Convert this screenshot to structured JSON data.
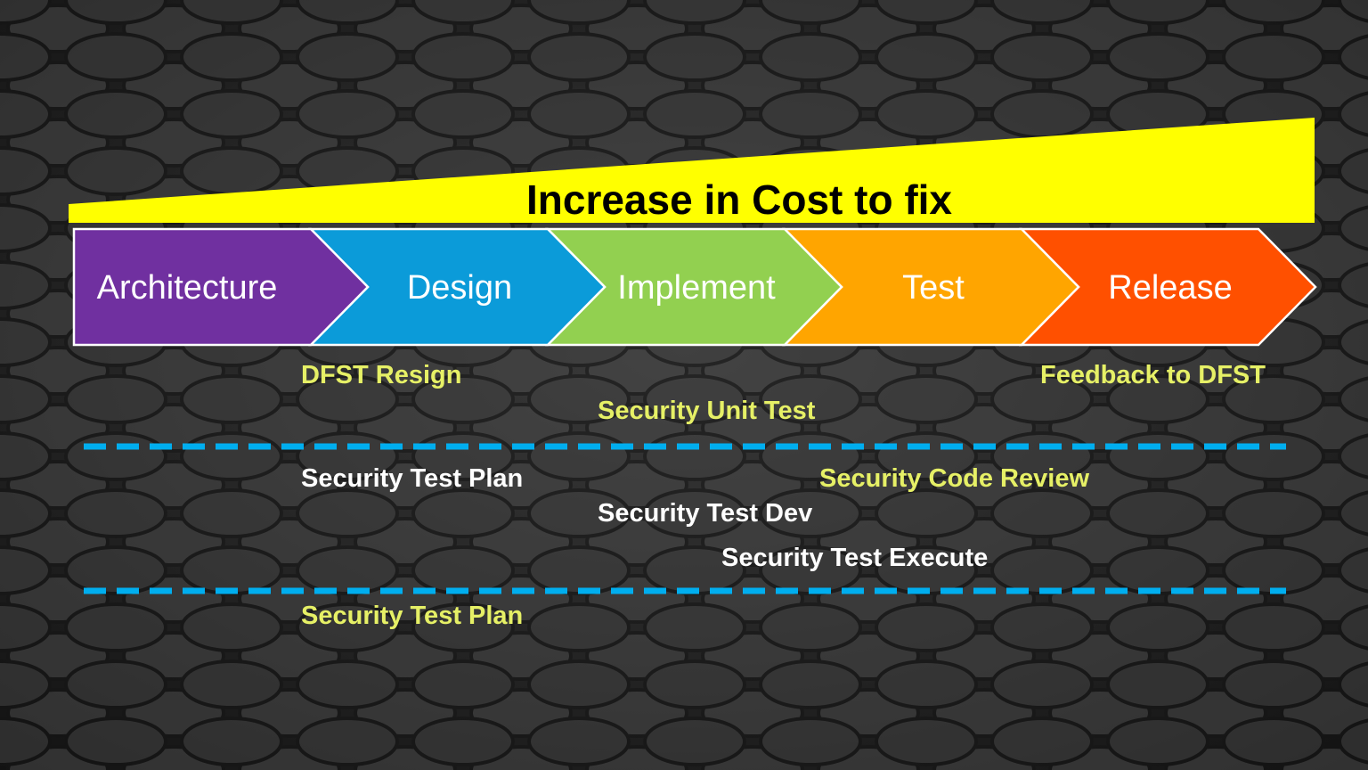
{
  "cost_banner": {
    "title": "Increase in Cost to fix",
    "color": "#ffff00"
  },
  "stages": [
    {
      "label": "Architecture",
      "color": "#7030a0"
    },
    {
      "label": "Design",
      "color": "#0b9bd9"
    },
    {
      "label": "Implement",
      "color": "#92d050"
    },
    {
      "label": "Test",
      "color": "#ffa500"
    },
    {
      "label": "Release",
      "color": "#ff5000"
    }
  ],
  "activities": {
    "dfst_resign": "DFST Resign",
    "feedback_to_dfst": "Feedback to DFST",
    "security_unit_test": "Security Unit Test",
    "security_test_plan_upper": "Security Test Plan",
    "security_code_review": "Security Code Review",
    "security_test_dev": "Security Test Dev",
    "security_test_execute": "Security Test Execute",
    "security_test_plan_lower": "Security Test Plan"
  },
  "colors": {
    "highlight_text": "#e6f066",
    "plain_text": "#ffffff",
    "divider": "#00aeef",
    "background": "#1c1c1c"
  }
}
